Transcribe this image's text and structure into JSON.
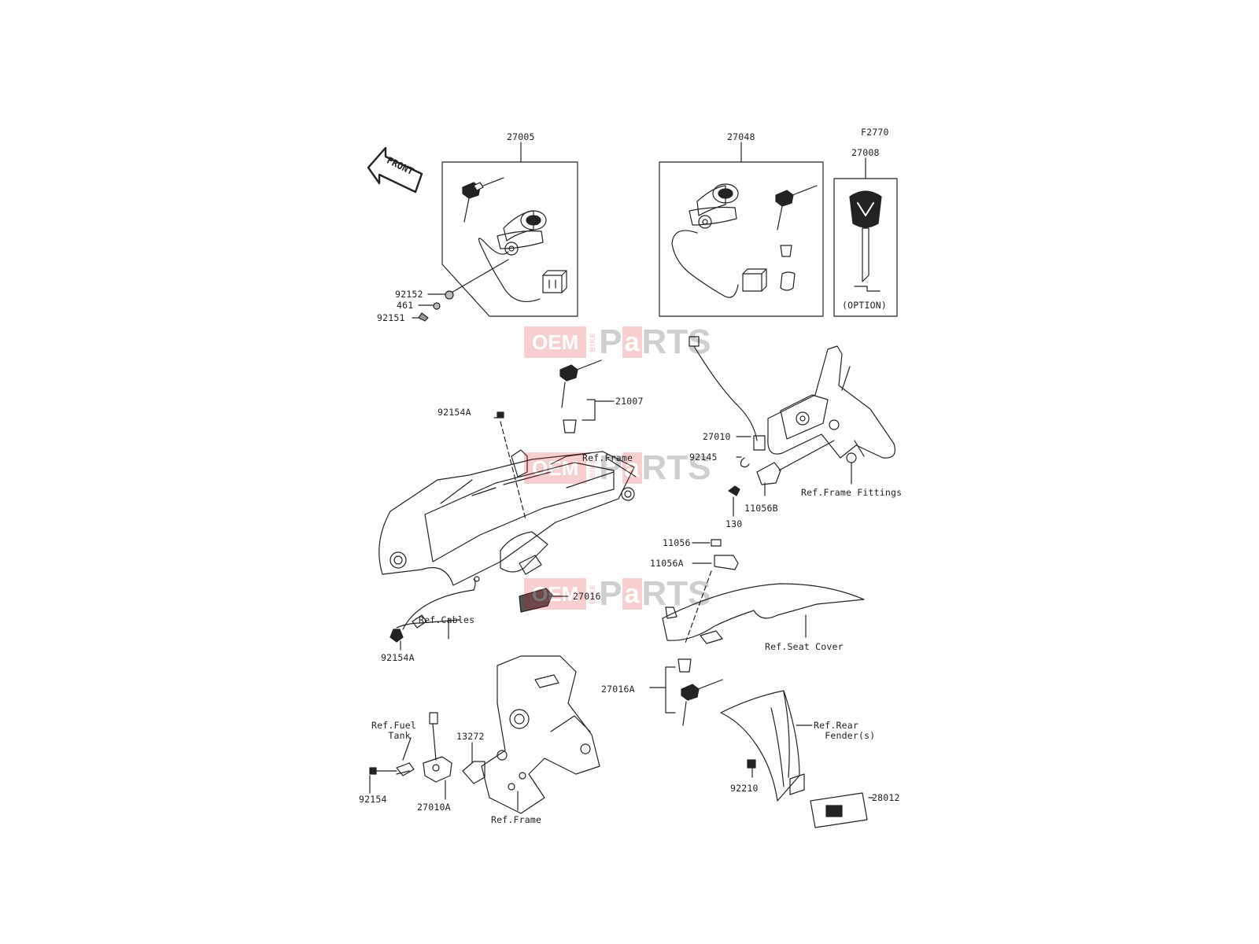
{
  "diagram": {
    "ref_code": "F2770",
    "front_badge": "FRONT",
    "option_note": "(OPTION)",
    "watermark": {
      "oem": "OEM",
      "bike": "BIKE",
      "p1": "P",
      "a": "a",
      "p2": "RTS"
    },
    "labels": {
      "p27005": "27005",
      "p27048": "27048",
      "p27008": "27008",
      "p92152": "92152",
      "p461": "461",
      "p92151": "92151",
      "p21007": "21007",
      "p92154A_top": "92154A",
      "ref_frame_top": "Ref.Frame",
      "p27016": "27016",
      "ref_cables": "Ref.Cables",
      "p92154A_bottom": "92154A",
      "p27010": "27010",
      "p92145": "92145",
      "p130": "130",
      "p11056B": "11056B",
      "ref_frame_fittings": "Ref.Frame Fittings",
      "p11056": "11056",
      "p11056A": "11056A",
      "ref_seat_cover": "Ref.Seat Cover",
      "p27016A": "27016A",
      "ref_rear_fender": "Ref.Rear\n  Fender(s)",
      "p92210": "92210",
      "p28012": "28012",
      "ref_fuel_tank": "Ref.Fuel\n   Tank",
      "p92154": "92154",
      "p27010A": "27010A",
      "p13272": "13272",
      "ref_frame_bottom": "Ref.Frame"
    }
  }
}
